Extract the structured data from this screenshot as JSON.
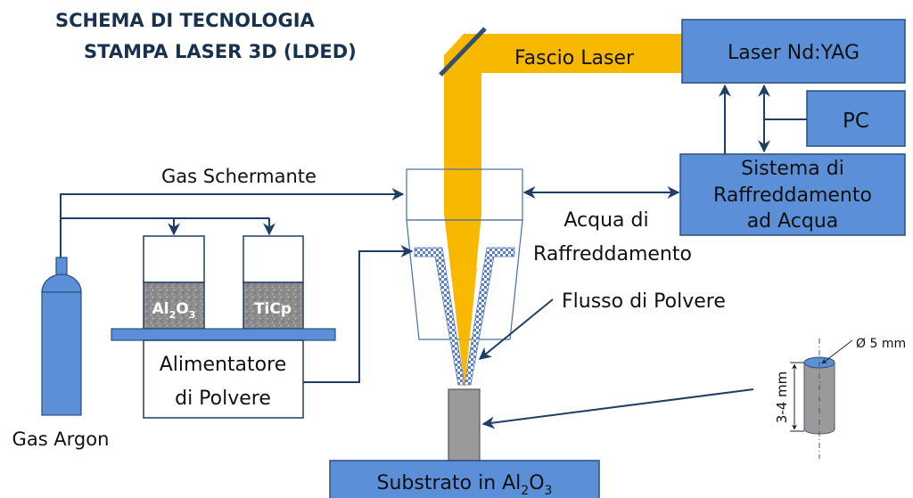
{
  "title": {
    "line1": "SCHEMA DI TECNOLOGIA",
    "line2": "STAMPA LASER 3D (LDED)"
  },
  "laser": {
    "beam_label": "Fascio Laser",
    "source_label": "Laser Nd:YAG"
  },
  "pc_label": "PC",
  "cooling_system": {
    "line1": "Sistema di",
    "line2": "Raffreddamento",
    "line3": "ad Acqua"
  },
  "cooling_water": {
    "line1": "Acqua di",
    "line2": "Raffreddamento"
  },
  "shielding_gas_label": "Gas Schermante",
  "powder_flow_label": "Flusso di Polvere",
  "hoppers": [
    {
      "label_main": "Al",
      "sub1": "2",
      "mid": "O",
      "sub2": "3"
    },
    {
      "label_main": "TiCp",
      "sub1": "",
      "mid": "",
      "sub2": ""
    }
  ],
  "powder_feeder": {
    "line1": "Alimentatore",
    "line2": "di Polvere"
  },
  "argon_label": "Gas Argon",
  "substrate": {
    "prefix": "Substrato in Al",
    "sub1": "2",
    "mid": "O",
    "sub2": "3"
  },
  "sample": {
    "diameter_label": "Ø 5 mm",
    "height_label": "3-4 mm"
  },
  "colors": {
    "laser_beam": "#f9b800",
    "box_fill": "#5b8fd8",
    "line": "#1f3f66",
    "title": "#17314f",
    "sample_gray": "#9a9a9a"
  }
}
